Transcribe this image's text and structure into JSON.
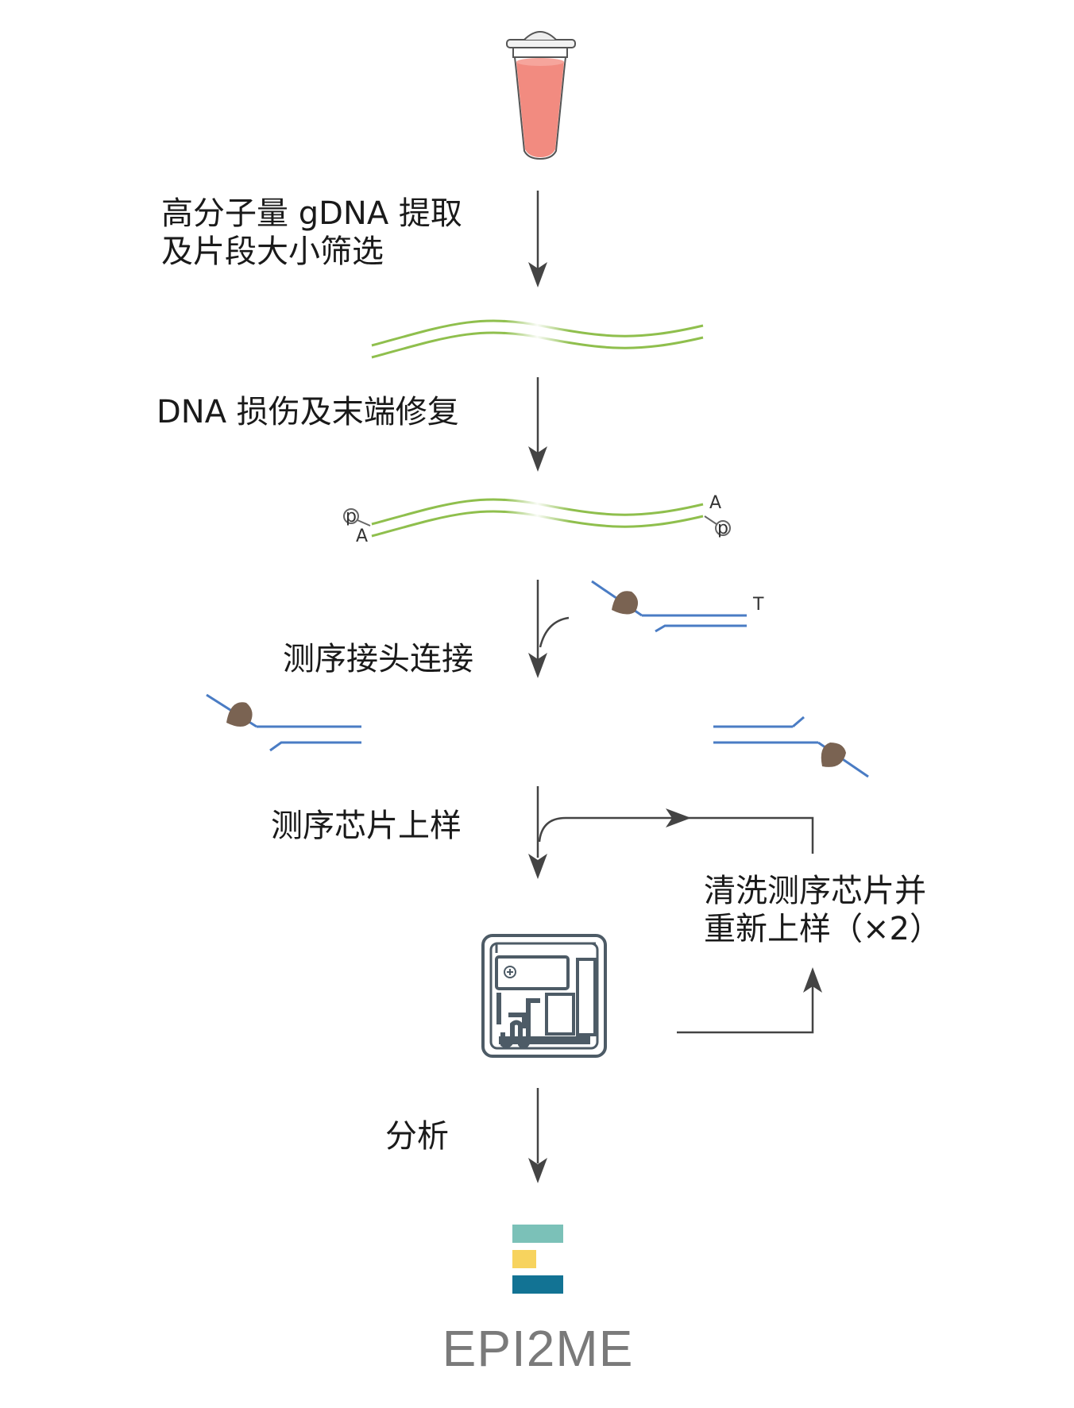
{
  "steps": [
    {
      "id": "extraction",
      "lines": [
        "高分子量 gDNA 提取",
        "及片段大小筛选"
      ]
    },
    {
      "id": "repair",
      "lines": [
        "DNA 损伤及末端修复"
      ]
    },
    {
      "id": "ligation",
      "lines": [
        "测序接头连接"
      ]
    },
    {
      "id": "loading",
      "lines": [
        "测序芯片上样"
      ]
    },
    {
      "id": "wash",
      "lines": [
        "清洗测序芯片并",
        "重新上样（×2）"
      ]
    },
    {
      "id": "analysis",
      "lines": [
        "分析"
      ]
    }
  ],
  "dna_labels": {
    "phosphate": "p",
    "a_tail": "A",
    "t_overhang": "T"
  },
  "logo": {
    "text": "EPI2ME"
  },
  "colors": {
    "tube_liquid": "#f28b80",
    "dna_strand": "#8fbf4d",
    "adapter_strand": "#4a7cc4",
    "motor_protein": "#7a6352",
    "flowcell": "#4d5b66",
    "logo_bar_top": "#7bc1b8",
    "logo_bar_mid": "#f7d35e",
    "logo_bar_bottom": "#127394"
  },
  "icons": [
    "sample-tube-icon",
    "flow-cell-icon",
    "epi2me-logo-icon"
  ]
}
